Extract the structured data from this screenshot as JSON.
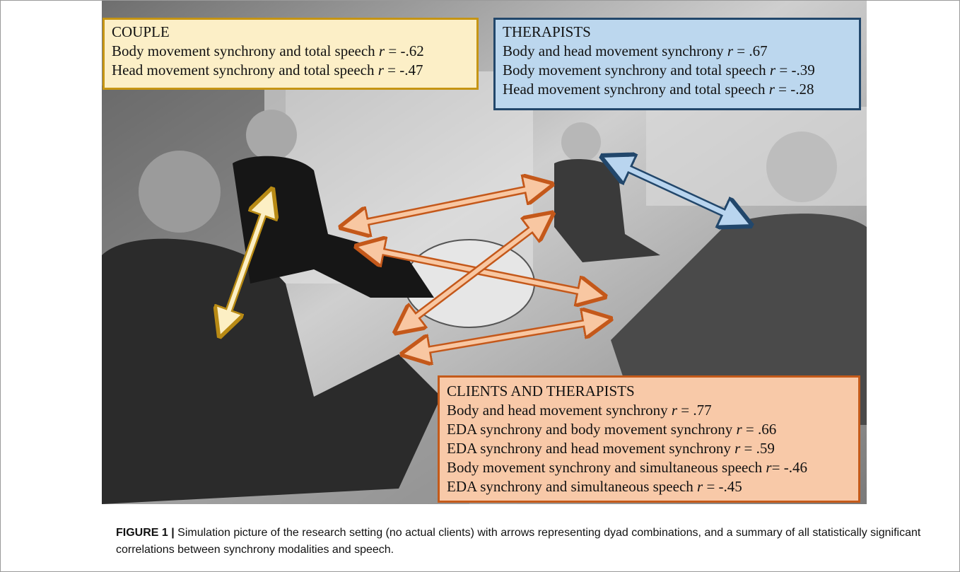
{
  "figure": {
    "label": "FIGURE 1 |",
    "caption_line1": " Simulation picture of the research setting (no actual clients) with arrows representing dyad combinations, and a summary of all statistically significant",
    "caption_line2": "correlations between synchrony modalities and speech."
  },
  "couple_box": {
    "title": "COUPLE",
    "lines": [
      {
        "text": "Body movement synchrony and total speech ",
        "r": "r",
        "value": " = -.62"
      },
      {
        "text": "Head movement synchrony and total speech ",
        "r": "r",
        "value": " = -.47"
      }
    ]
  },
  "therapists_box": {
    "title": "THERAPISTS",
    "lines": [
      {
        "text": "Body and head movement synchrony ",
        "r": "r",
        "value": " = .67"
      },
      {
        "text": "Body movement synchrony and total speech ",
        "r": "r",
        "value": " = -.39"
      },
      {
        "text": "Head movement synchrony and total speech ",
        "r": "r",
        "value": " = -.28"
      }
    ]
  },
  "clients_box": {
    "title": "CLIENTS AND THERAPISTS",
    "lines": [
      {
        "text": "Body and head movement synchrony ",
        "r": "r",
        "value": " = .77"
      },
      {
        "text": "EDA synchrony and body movement synchrony ",
        "r": "r",
        "value": " = .66"
      },
      {
        "text": "EDA synchrony and head movement synchrony ",
        "r": "r",
        "value": " = .59"
      },
      {
        "text": "Body movement synchrony and simultaneous speech ",
        "r": "r",
        "value": "= -.46"
      },
      {
        "text": "EDA synchrony and simultaneous speech ",
        "r": "r",
        "value": " = -.45"
      }
    ]
  },
  "colors": {
    "couple_fill": "#fcefc7",
    "couple_border": "#c69514",
    "therapists_fill": "#bcd7ee",
    "therapists_border": "#22476b",
    "clients_fill": "#f8c9a8",
    "clients_border": "#c45a1a"
  }
}
